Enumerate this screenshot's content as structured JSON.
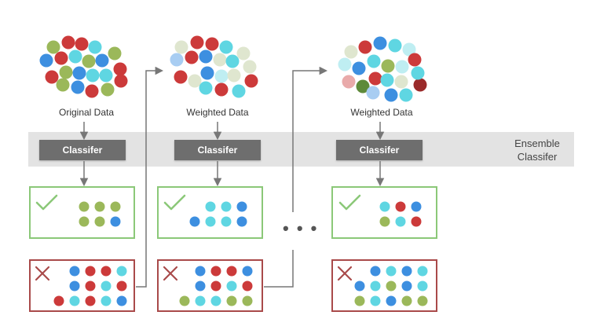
{
  "labels": {
    "original": "Original Data",
    "weighted_1": "Weighted Data",
    "weighted_2": "Weighted Data",
    "classifier_1": "Classifer",
    "classifier_2": "Classifer",
    "classifier_3": "Classifer",
    "ensemble_line1": "Ensemble",
    "ensemble_line2": "Classifer",
    "ellipsis": "• • •"
  },
  "icons": {
    "correct": "check-icon",
    "incorrect": "cross-icon"
  },
  "colors": {
    "red": "#cc3a3a",
    "blue": "#3d8fe0",
    "cyan": "#5fd6e2",
    "green": "#9bb85a",
    "red_faded": "#e9aaaa",
    "blue_faded": "#a8cdf2",
    "cyan_faded": "#bfeef2",
    "green_faded": "#dfe6cf",
    "dark_red": "#9a2a2a",
    "dark_green": "#5e8a3a",
    "correct_border": "#8bc878",
    "incorrect_border": "#a94a4a",
    "check": "#8bc878",
    "cross": "#a94a4a",
    "classifier_fill": "#6e6e6e",
    "band": "#e3e3e3",
    "arrow": "#777777"
  }
}
